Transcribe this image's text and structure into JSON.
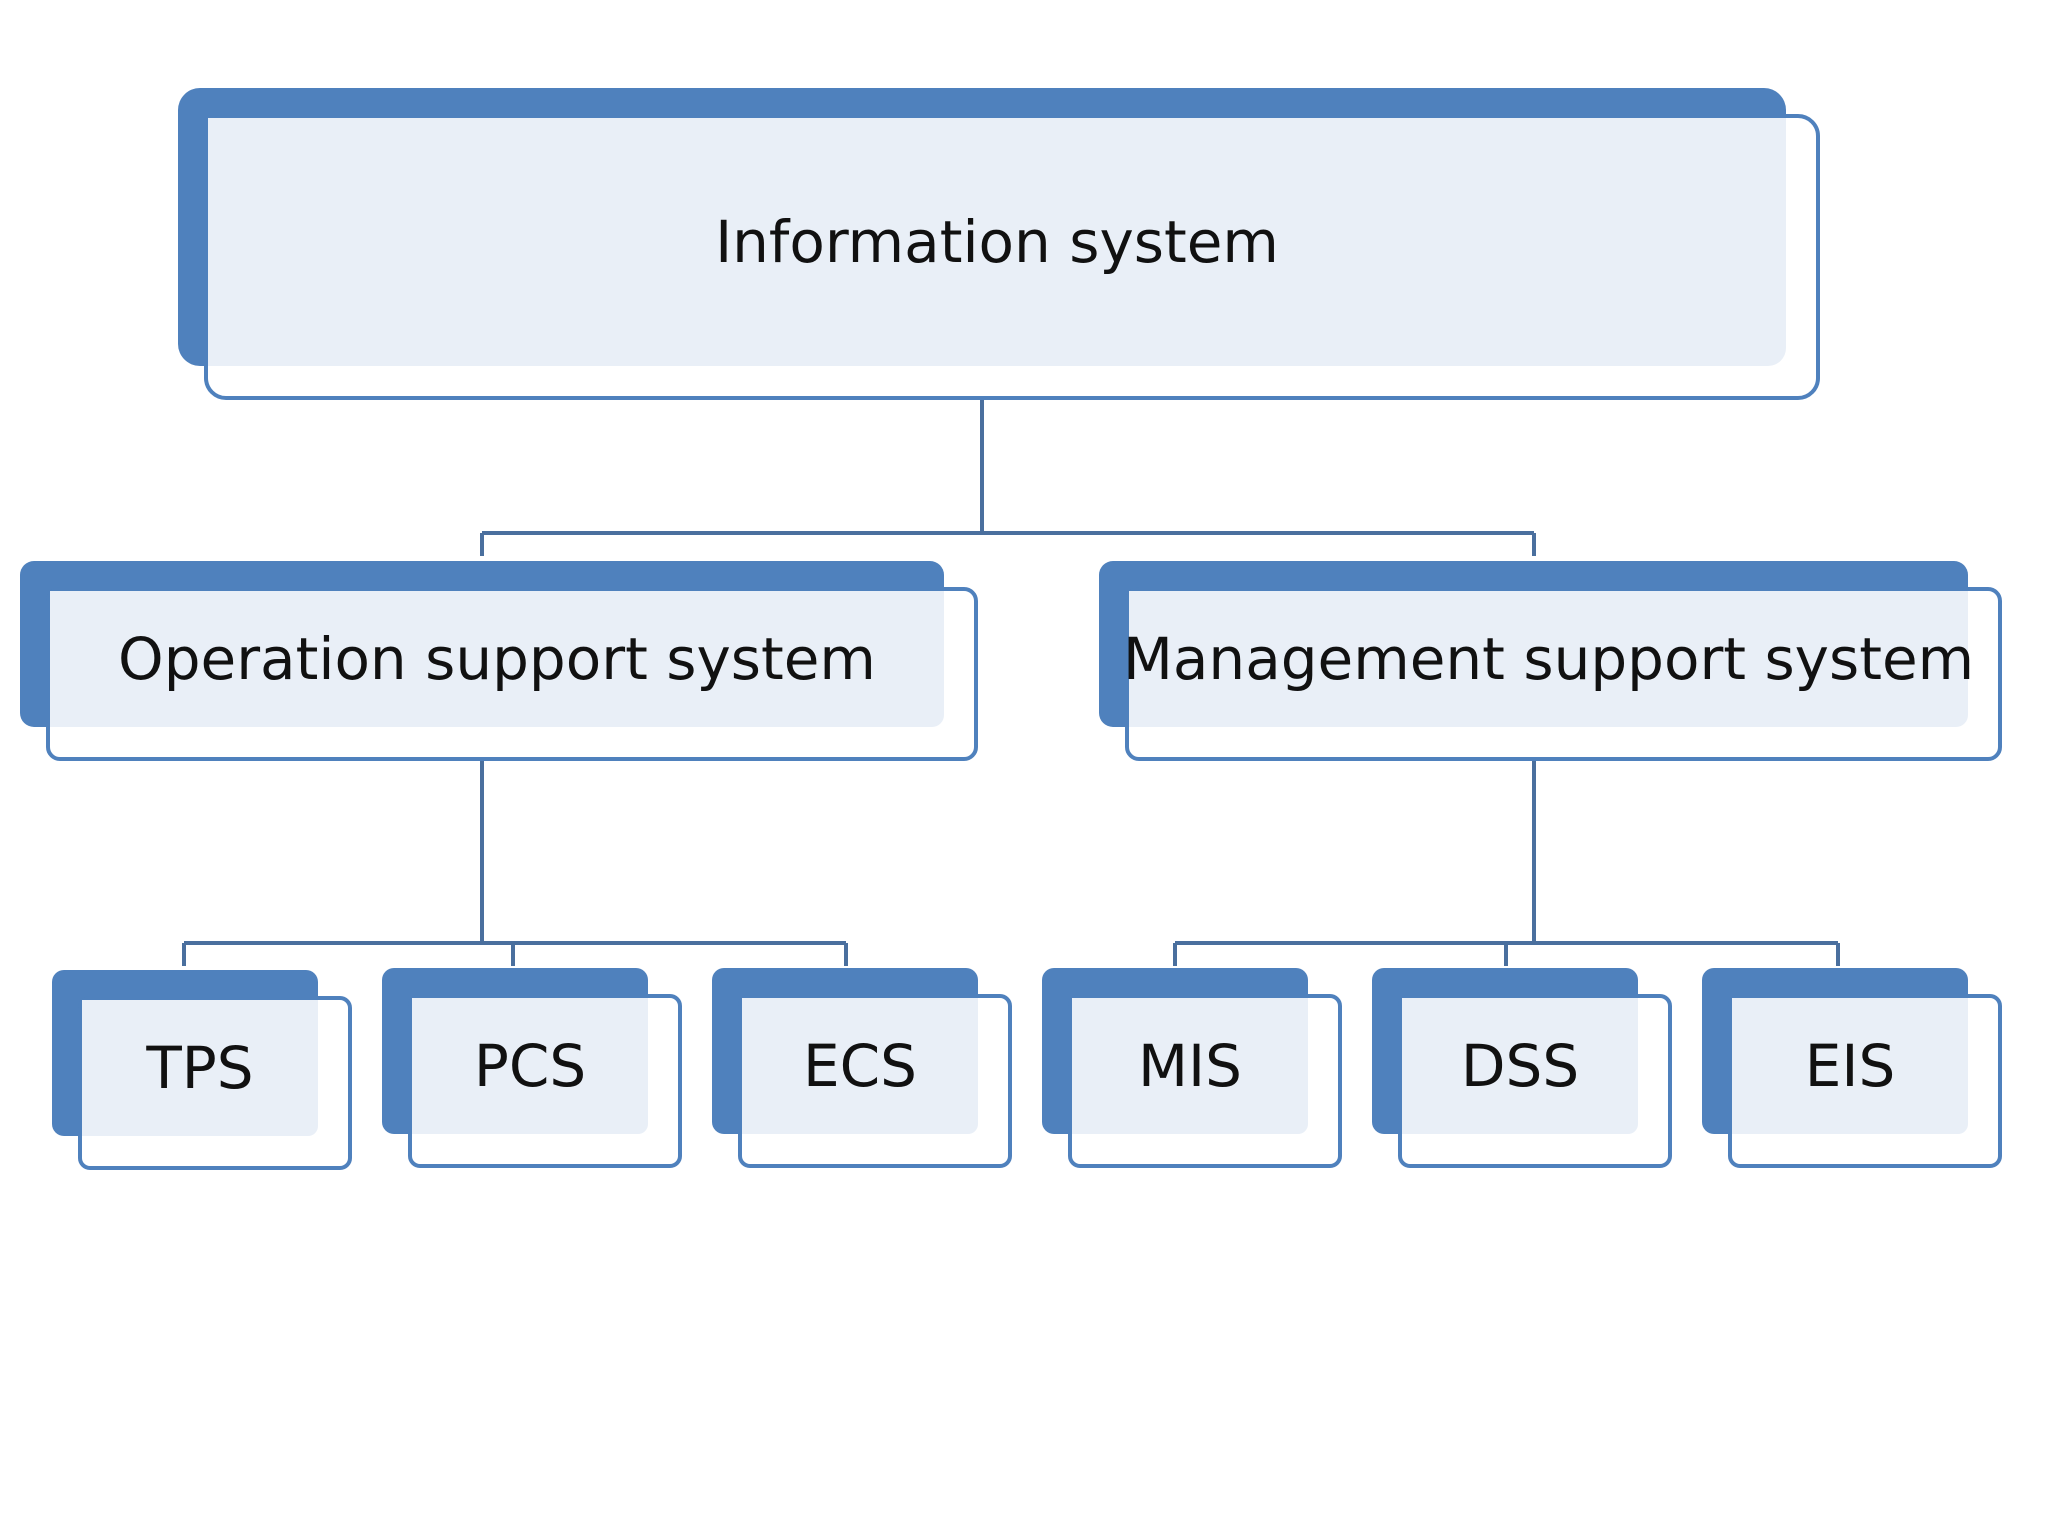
{
  "diagram": {
    "root": {
      "label": "Information system"
    },
    "branches": [
      {
        "label": "Operation support system",
        "children": [
          "TPS",
          "PCS",
          "ECS"
        ]
      },
      {
        "label": "Management support system",
        "children": [
          "MIS",
          "DSS",
          "EIS"
        ]
      }
    ]
  },
  "colors": {
    "accent": "#4f81bd",
    "fill": "#e9eff7",
    "connector": "#4a6f9e",
    "text": "#111111"
  }
}
